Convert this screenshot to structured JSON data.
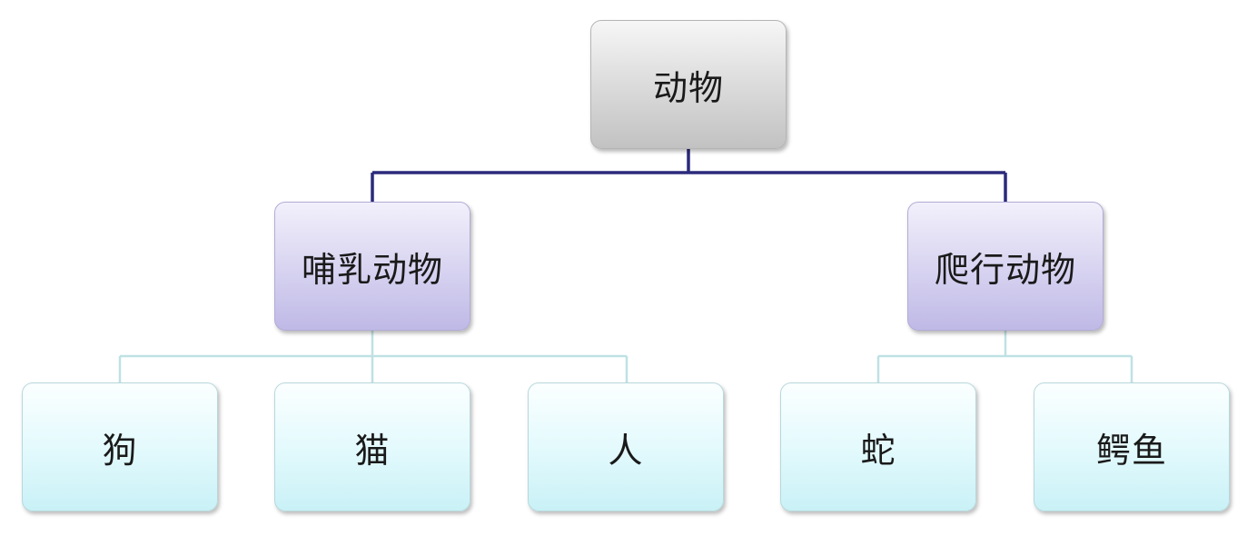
{
  "diagram": {
    "root": {
      "label": "动物"
    },
    "categories": [
      {
        "label": "哺乳动物",
        "children": [
          "狗",
          "猫",
          "人"
        ]
      },
      {
        "label": "爬行动物",
        "children": [
          "蛇",
          "鳄鱼"
        ]
      }
    ]
  },
  "colors": {
    "root_fill": "#d9d9d9",
    "category_fill": "#d6d2f0",
    "leaf_fill": "#e4fafd",
    "root_connector": "#2b2a7c",
    "leaf_connector": "#bfe1e4"
  }
}
